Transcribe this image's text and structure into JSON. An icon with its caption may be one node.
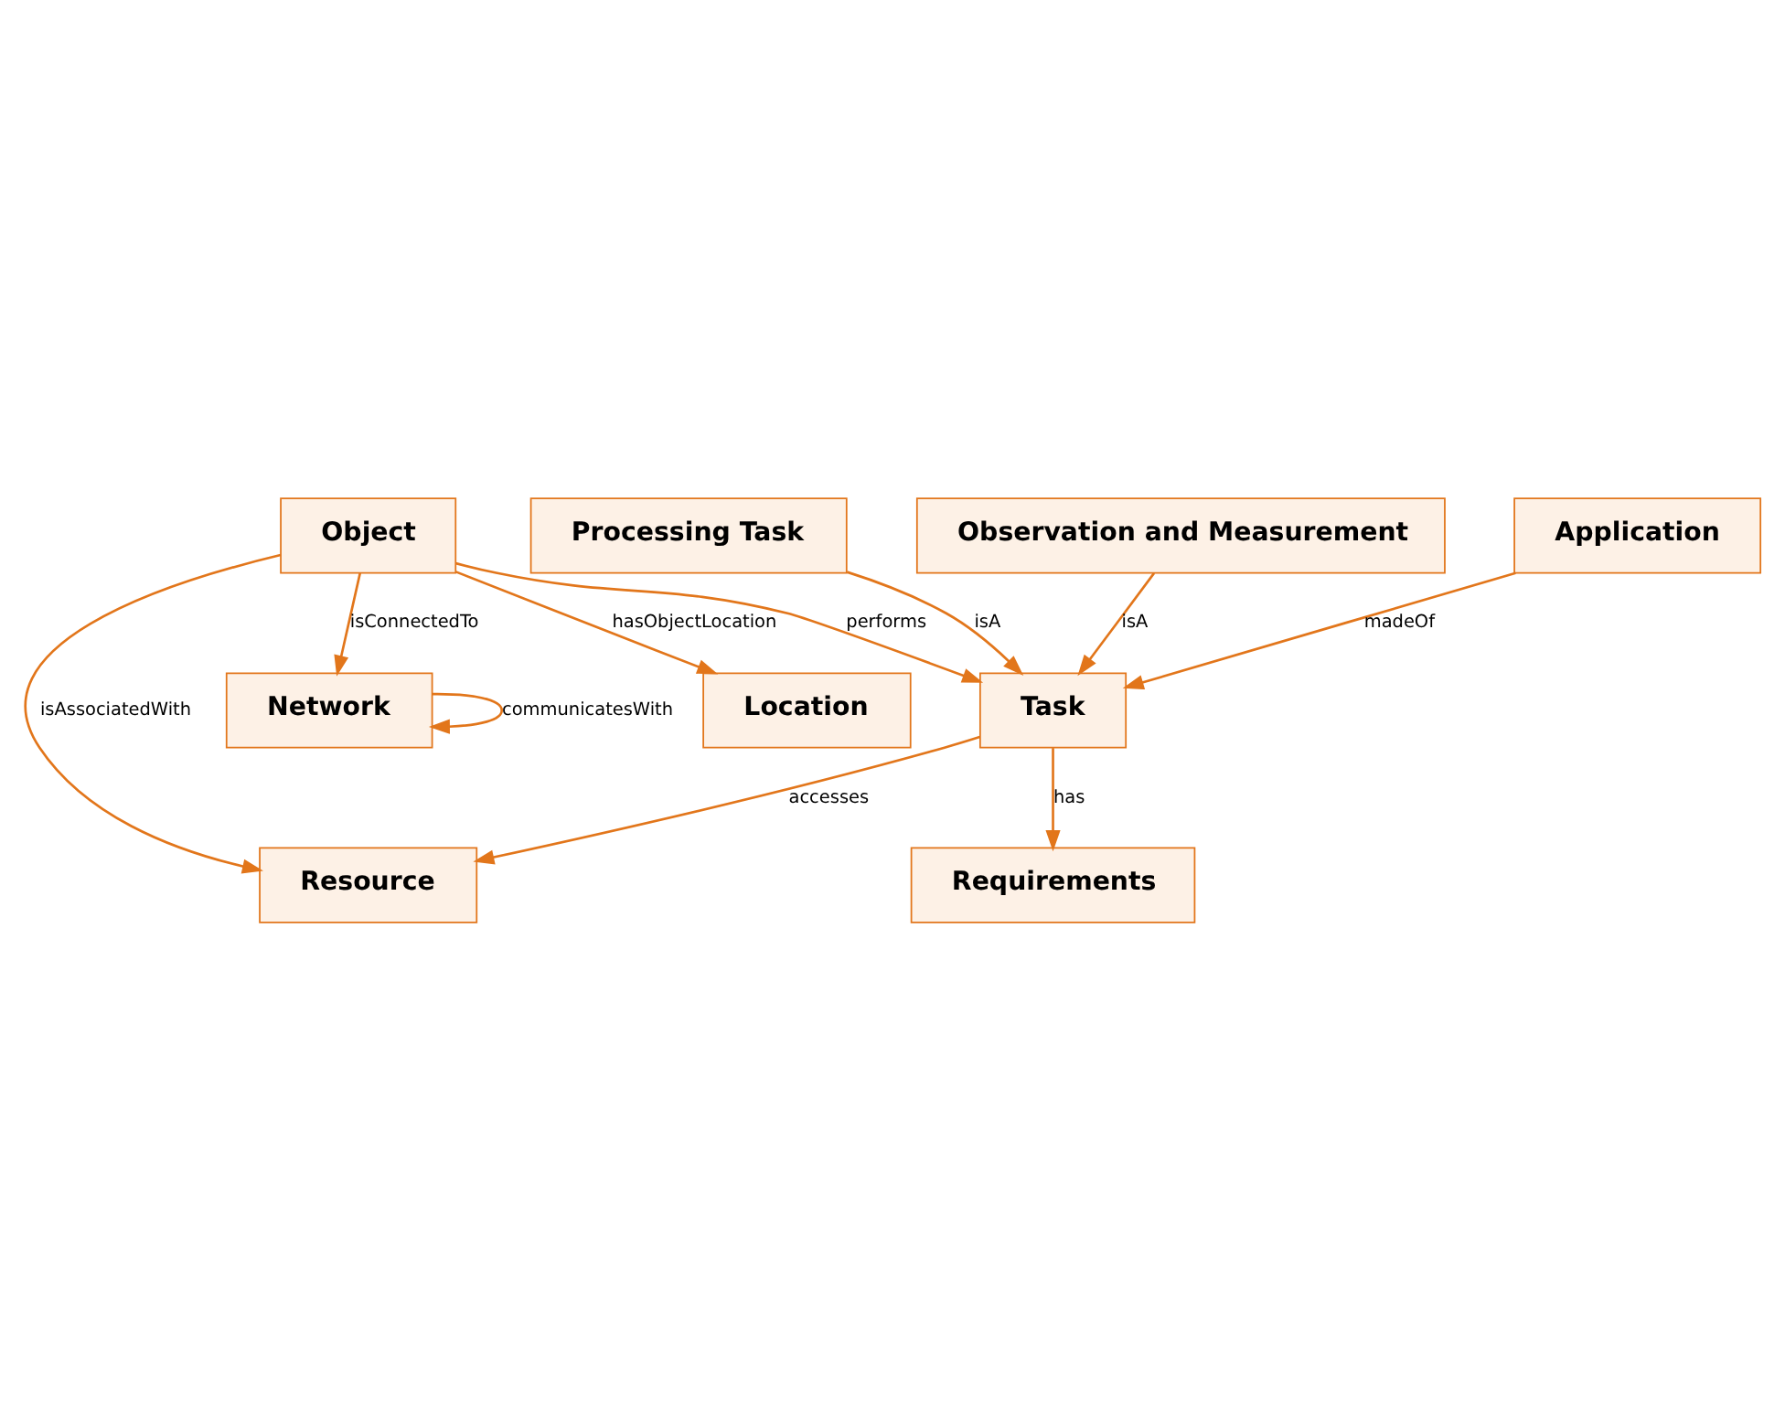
{
  "diagram": {
    "nodes": [
      {
        "text": [
          "Network"
        ]
      },
      {
        "text": [
          "Object"
        ]
      },
      {
        "text": [
          "Location"
        ]
      },
      {
        "text": [
          "Task"
        ]
      },
      {
        "text": [
          "Processing Task"
        ]
      },
      {
        "text": [
          "Resource"
        ]
      },
      {
        "text": [
          "Observation and Measurement"
        ]
      },
      {
        "text": [
          "Application"
        ]
      },
      {
        "text": [
          "Requirements"
        ]
      }
    ],
    "edges": [
      {
        "from": 0,
        "to": 0,
        "arrow": "to",
        "label": "communicatesWith"
      },
      {
        "from": 1,
        "to": 0,
        "arrow": "to",
        "label": "isConnectedTo"
      },
      {
        "from": 1,
        "to": 2,
        "arrow": "to",
        "label": "hasObjectLocation"
      },
      {
        "from": 1,
        "to": 3,
        "arrow": "to",
        "label": "performs"
      },
      {
        "from": 1,
        "to": 5,
        "arrow": "to",
        "label": "isAssociatedWith"
      },
      {
        "from": 4,
        "to": 3,
        "arrow": "to",
        "label": "isA"
      },
      {
        "from": 3,
        "to": 5,
        "arrow": "to",
        "label": "accesses"
      },
      {
        "from": 6,
        "to": 3,
        "arrow": "to",
        "label": "isA"
      },
      {
        "from": 7,
        "to": 3,
        "arrow": "to",
        "label": "madeOf"
      },
      {
        "from": 3,
        "to": 8,
        "arrow": "to",
        "label": "has"
      }
    ]
  }
}
